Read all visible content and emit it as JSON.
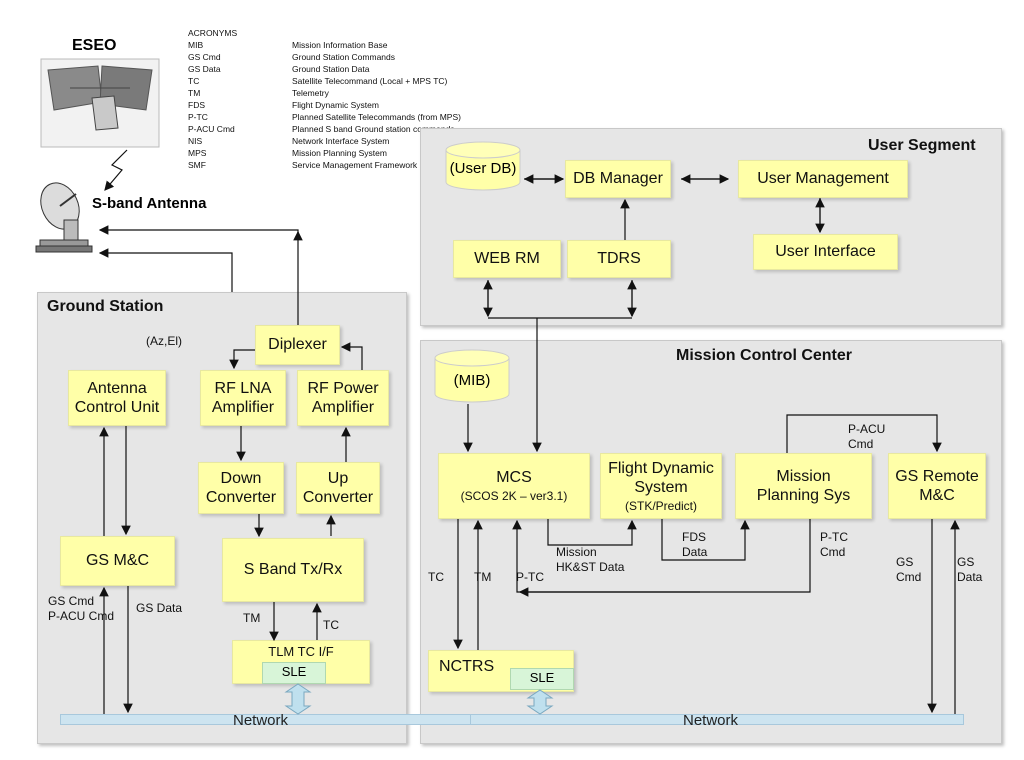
{
  "satellite": {
    "name": "ESEO"
  },
  "antenna": {
    "label": "S-band Antenna"
  },
  "acronyms": {
    "heading": "ACRONYMS",
    "items": [
      {
        "abbr": "MIB",
        "meaning": "Mission Information Base"
      },
      {
        "abbr": "GS Cmd",
        "meaning": "Ground Station Commands"
      },
      {
        "abbr": "GS Data",
        "meaning": "Ground Station Data"
      },
      {
        "abbr": "TC",
        "meaning": "Satellite Telecommand (Local + MPS TC)"
      },
      {
        "abbr": "TM",
        "meaning": "Telemetry"
      },
      {
        "abbr": "FDS",
        "meaning": "Flight Dynamic System"
      },
      {
        "abbr": "P-TC",
        "meaning": "Planned Satellite Telecommands (from MPS)"
      },
      {
        "abbr": "P-ACU Cmd",
        "meaning": "Planned S band Ground station commands"
      },
      {
        "abbr": "NIS",
        "meaning": "Network Interface System"
      },
      {
        "abbr": "MPS",
        "meaning": "Mission Planning System"
      },
      {
        "abbr": "SMF",
        "meaning": "Service Management Framework"
      }
    ]
  },
  "ground_station": {
    "title": "Ground Station",
    "antenna_control_unit": "Antenna\nControl Unit",
    "gs_mc": "GS M&C",
    "diplexer": "Diplexer",
    "rf_lna": "RF LNA\nAmplifier",
    "rf_power": "RF Power\nAmplifier",
    "down_converter": "Down\nConverter",
    "up_converter": "Up\nConverter",
    "sband_txrx": "S Band Tx/Rx",
    "tlm_tc_if": "TLM TC I/F",
    "sle": "SLE",
    "network": "Network"
  },
  "user_segment": {
    "title": "User Segment",
    "user_db": "(User DB)",
    "db_manager": "DB Manager",
    "user_management": "User Management",
    "user_interface": "User Interface",
    "web_rm": "WEB RM",
    "tdrs": "TDRS"
  },
  "mission_control": {
    "title": "Mission Control Center",
    "mib": "(MIB)",
    "mcs": "MCS",
    "mcs_sub": "(SCOS 2K – ver3.1)",
    "flight_dynamic": "Flight Dynamic\nSystem",
    "flight_dynamic_sub": "(STK/Predict)",
    "mission_planning": "Mission\nPlanning Sys",
    "gs_remote": "GS Remote\nM&C",
    "nctrs": "NCTRS",
    "sle": "SLE",
    "network": "Network"
  },
  "flow_labels": {
    "az_el": "(Az,El)",
    "gs_cmd_pacu": "GS Cmd\nP-ACU Cmd",
    "gs_data": "GS Data",
    "tm_gs": "TM",
    "tc_gs": "TC",
    "tc_mcc": "TC",
    "tm_mcc": "TM",
    "ptc_mcc": "P-TC",
    "mission_hk": "Mission\nHK&ST Data",
    "fds_data": "FDS\nData",
    "ptc_cmd": "P-TC\nCmd",
    "pacu_cmd": "P-ACU\nCmd",
    "gs_cmd": "GS\nCmd",
    "gs_data_mcc": "GS\nData"
  },
  "colors": {
    "box_fill": "#ffffa8",
    "panel_fill": "#e6e6e6",
    "sle_fill": "#d8f5d8",
    "network_bar": "#cde4f0"
  }
}
